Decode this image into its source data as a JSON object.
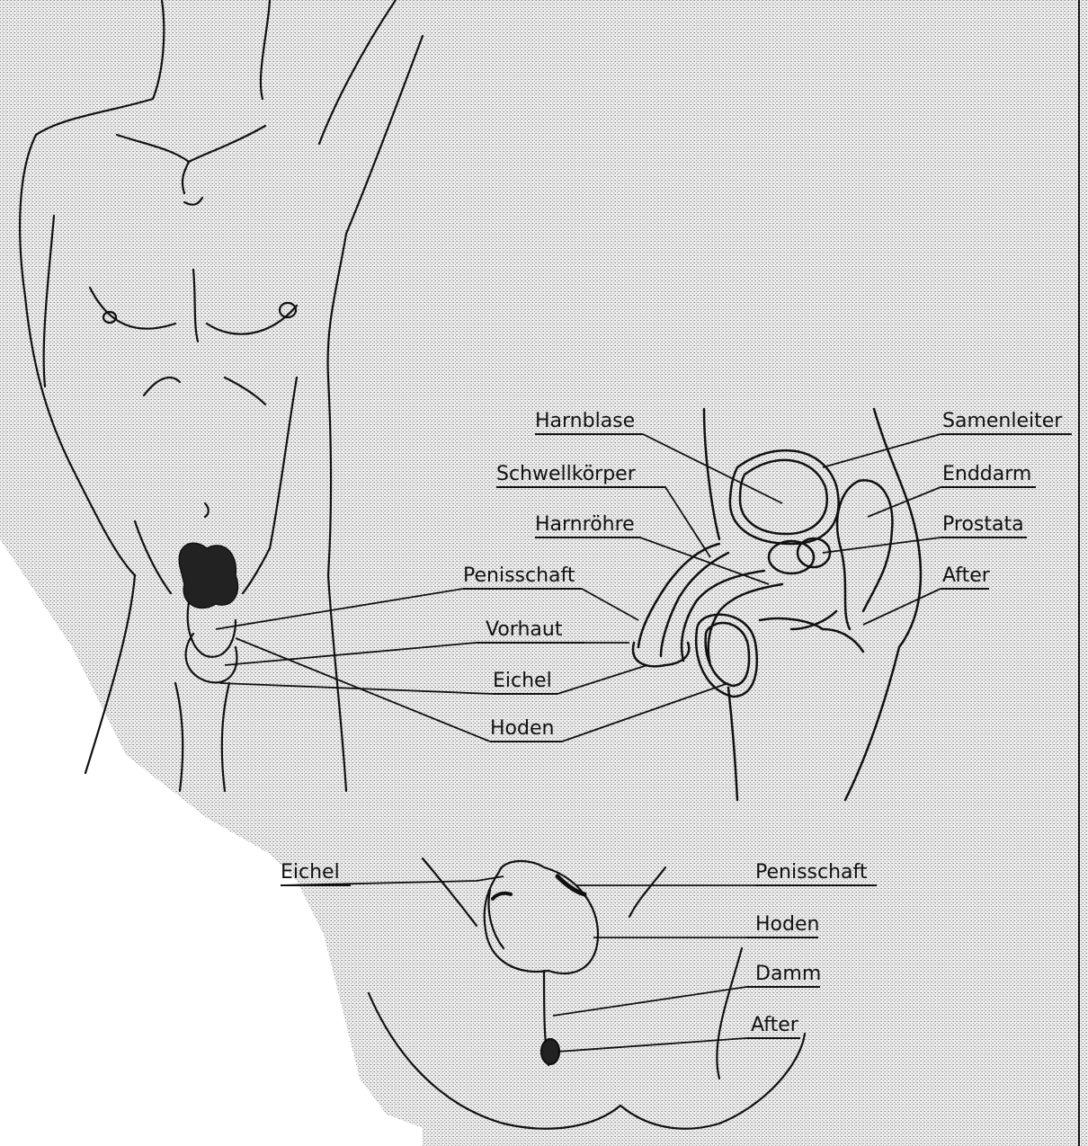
{
  "labels": {
    "harnblase": "Harnblase",
    "schwellkoerper": "Schwellkörper",
    "harnroehre": "Harnröhre",
    "penisschaft": "Penisschaft",
    "vorhaut": "Vorhaut",
    "eichel": "Eichel",
    "hoden": "Hoden",
    "samenleiter": "Samenleiter",
    "enddarm": "Enddarm",
    "prostata": "Prostata",
    "after": "After"
  },
  "bottom_labels": {
    "eichel": "Eichel",
    "penisschaft": "Penisschaft",
    "hoden": "Hoden",
    "damm": "Damm",
    "after": "After"
  },
  "colors": {
    "ink": "#111111",
    "paper": "#ffffff",
    "screen": "#c9c9c9"
  }
}
